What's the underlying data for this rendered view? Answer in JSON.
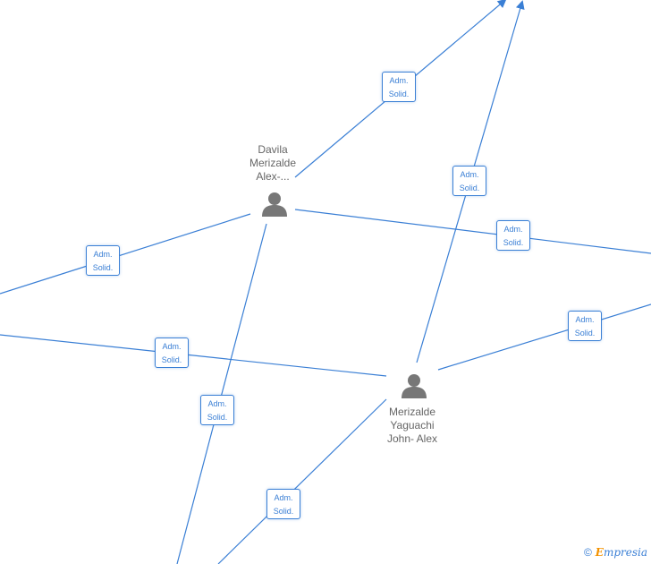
{
  "persons": [
    {
      "name": "Davila\nMerizalde\nAlex-..."
    },
    {
      "name": "Merizalde\nYaguachi\nJohn- Alex"
    }
  ],
  "edge_label": {
    "line1": "Adm.",
    "line2": "Solid."
  },
  "footer": {
    "copyright_symbol": "©",
    "brand_first": "E",
    "brand_rest": "mpresia"
  },
  "colors": {
    "edge": "#3a7fd5",
    "person_icon": "#777777",
    "name_text": "#666666",
    "brand_accent": "#f39200"
  }
}
